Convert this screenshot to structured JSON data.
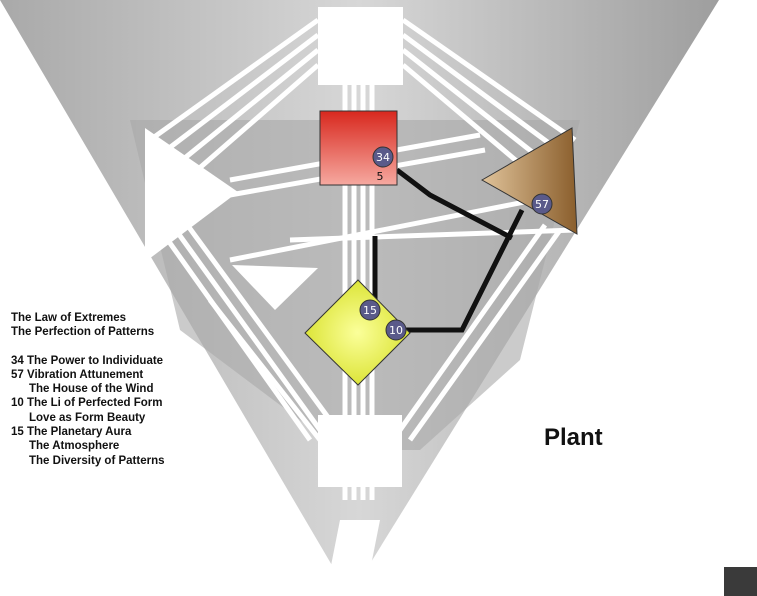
{
  "title": "Plant",
  "themes": [
    "The Law of Extremes",
    "The Perfection of Patterns"
  ],
  "gates": [
    {
      "line1": "34 The Power to Individuate"
    },
    {
      "line1": "57 Vibration Attunement",
      "line2": "The House of the Wind"
    },
    {
      "line1": "10 The Li of Perfected Form",
      "line2": "Love as Form Beauty"
    },
    {
      "line1": "15 The Planetary Aura",
      "line2": "The Atmosphere",
      "line3": "The Diversity of Patterns"
    }
  ],
  "badges": {
    "gate34": "34",
    "gate5": "5",
    "gate57": "57",
    "gate15": "15",
    "gate10": "10"
  },
  "colors": {
    "sacral": "#e0362c",
    "spleen": "#9a6f3e",
    "g_center": "#e6f03c",
    "badge": "#5a5a8a",
    "channel": "#111111",
    "background": "#b9b9b9"
  }
}
